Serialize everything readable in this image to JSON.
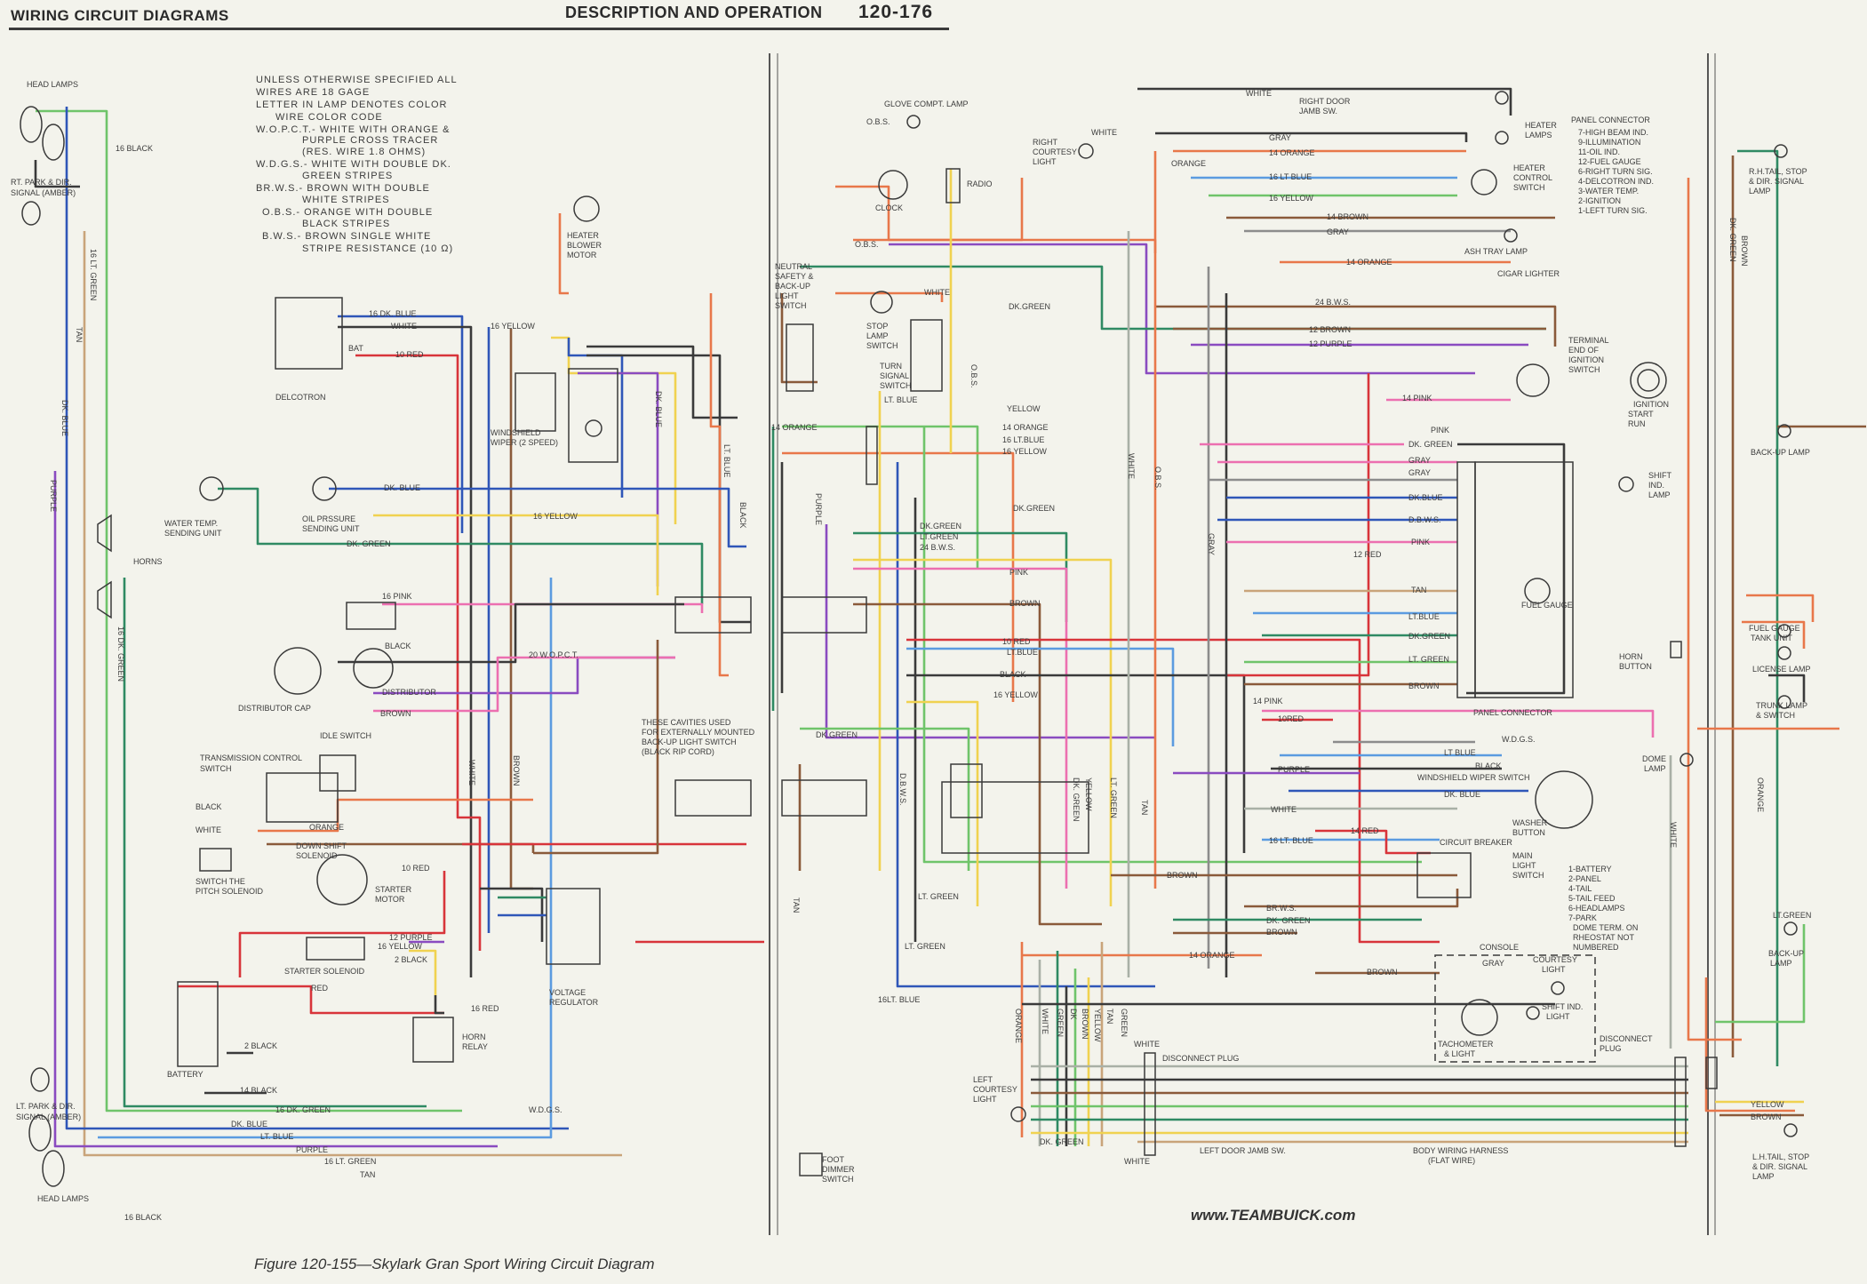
{
  "header": {
    "left_title": "WIRING CIRCUIT DIAGRAMS",
    "center_title": "DESCRIPTION AND OPERATION",
    "page_number": "120-176"
  },
  "caption": "Figure 120-155—Skylark Gran Sport Wiring Circuit Diagram",
  "watermark": "www.TEAMBUICK.com",
  "notes": [
    "UNLESS OTHERWISE SPECIFIED ALL",
    "WIRES ARE 18 GAGE",
    "LETTER IN LAMP DENOTES COLOR",
    "WIRE COLOR CODE",
    "W.O.P.C.T.- WHITE WITH ORANGE &",
    "PURPLE CROSS TRACER",
    "(RES. WIRE 1.8 OHMS)",
    "W.D.G.S.- WHITE WITH DOUBLE DK.",
    "GREEN STRIPES",
    "BR.W.S.- BROWN WITH DOUBLE",
    "WHITE STRIPES",
    "O.B.S.- ORANGE WITH DOUBLE",
    "BLACK STRIPES",
    "B.W.S.- BROWN SINGLE WHITE",
    "STRIPE RESISTANCE (10 Ω)"
  ],
  "panel_connector_legend": {
    "title": "PANEL CONNECTOR",
    "items": [
      "7-HIGH BEAM IND.",
      "9-ILLUMINATION",
      "11-OIL IND.",
      "12-FUEL GAUGE",
      "6-RIGHT TURN SIG.",
      "4-DELCOTRON IND.",
      "3-WATER TEMP.",
      "2-IGNITION",
      "1-LEFT TURN SIG."
    ]
  },
  "main_light_switch_legend": {
    "items": [
      "1-BATTERY",
      "2-PANEL",
      "4-TAIL",
      "5-TAIL FEED",
      "6-HEADLAMPS",
      "7-PARK",
      "DOME TERM. ON",
      "RHEOSTAT NOT",
      "NUMBERED"
    ]
  },
  "cavities_note": [
    "THESE CAVITIES USED",
    "FOR EXTERNALLY MOUNTED",
    "BACK-UP LIGHT SWITCH",
    "(BLACK RIP CORD)"
  ],
  "components": {
    "head_lamps_top": "HEAD LAMPS",
    "rt_park": "RT. PARK & DIR.",
    "rt_park_2": "SIGNAL (AMBER)",
    "horns": "HORNS",
    "lt_park": "LT. PARK & DIR.",
    "lt_park_2": "SIGNAL (AMBER)",
    "head_lamps_bottom": "HEAD LAMPS",
    "heater_blower": "HEATER",
    "heater_blower_2": "BLOWER",
    "heater_blower_3": "MOTOR",
    "delcotron": "DELCOTRON",
    "windshield_wiper": "WINDSHIELD",
    "windshield_wiper_2": "WIPER (2 SPEED)",
    "water_temp": "WATER TEMP.",
    "water_temp_2": "SENDING UNIT",
    "oil_pressure": "OIL PRSSURE",
    "oil_pressure_2": "SENDING UNIT",
    "distributor": "DISTRIBUTOR",
    "distributor_cap": "DISTRIBUTOR  CAP",
    "idle_switch": "IDLE  SWITCH",
    "trans_control": "TRANSMISSION CONTROL",
    "trans_control_2": "SWITCH",
    "down_shift": "DOWN SHIFT",
    "down_shift_2": "SOLENOID",
    "switch_pitch": "SWITCH THE",
    "switch_pitch_2": "PITCH SOLENOID",
    "starter_motor": "STARTER",
    "starter_motor_2": "MOTOR",
    "starter_solenoid": "STARTER  SOLENOID",
    "battery": "BATTERY",
    "voltage_regulator": "VOLTAGE",
    "voltage_regulator_2": "REGULATOR",
    "horn_relay": "HORN",
    "horn_relay_2": "RELAY",
    "glove_lamp": "GLOVE COMPT. LAMP",
    "clock": "CLOCK",
    "radio": "RADIO",
    "neutral_safety": "NEUTRAL",
    "neutral_safety_2": "SAFETY &",
    "neutral_safety_3": "BACK-UP",
    "neutral_safety_4": "LIGHT",
    "neutral_safety_5": "SWITCH",
    "stop_lamp": "STOP",
    "stop_lamp_2": "LAMP",
    "stop_lamp_3": "SWITCH",
    "turn_signal": "TURN",
    "turn_signal_2": "SIGNAL",
    "turn_signal_3": "SWITCH",
    "right_courtesy": "RIGHT",
    "right_courtesy_2": "COURTESY",
    "right_courtesy_3": "LIGHT",
    "right_door": "RIGHT DOOR",
    "right_door_2": "JAMB SW.",
    "heater_lamps": "HEATER",
    "heater_lamps_2": "LAMPS",
    "heater_control": "HEATER",
    "heater_control_2": "CONTROL",
    "heater_control_3": "SWITCH",
    "ash_tray": "ASH TRAY LAMP",
    "cigar": "CIGAR LIGHTER",
    "terminal_end": "TERMINAL",
    "terminal_end_2": "END OF",
    "terminal_end_3": "IGNITION",
    "terminal_end_4": "SWITCH",
    "ignition_switch": "IGNITION",
    "ignition_switch_2": "START",
    "ignition_switch_3": "RUN",
    "shift_ind": "SHIFT",
    "shift_ind_2": "IND.",
    "shift_ind_3": "LAMP",
    "panel_connector_label": "PANEL  CONNECTOR",
    "fuel_gauge": "FUEL GAUGE",
    "wiper_switch": "WINDSHIELD WIPER SWITCH",
    "washer_button": "WASHER",
    "washer_button_2": "BUTTON",
    "circuit_breaker": "CIRCUIT BREAKER",
    "main_light": "MAIN",
    "main_light_2": "LIGHT",
    "main_light_3": "SWITCH",
    "console": "CONSOLE",
    "courtesy_light": "COURTESY",
    "courtesy_light_2": "LIGHT",
    "shift_ind_light": "SHIFT IND.",
    "shift_ind_light_2": "LIGHT",
    "tachometer": "TACHOMETER",
    "tachometer_2": "& LIGHT",
    "disconnect_plug_right": "DISCONNECT",
    "disconnect_plug_right_2": "PLUG",
    "disconnect_plug_center": "DISCONNECT  PLUG",
    "left_door": "LEFT DOOR JAMB SW.",
    "body_harness": "BODY WIRING HARNESS",
    "body_harness_2": "(FLAT WIRE)",
    "left_courtesy": "LEFT",
    "left_courtesy_2": "COURTESY",
    "left_courtesy_3": "LIGHT",
    "foot_dimmer": "FOOT",
    "foot_dimmer_2": "DIMMER",
    "foot_dimmer_3": "SWITCH",
    "rh_tail": "R.H.TAIL, STOP",
    "rh_tail_2": "& DIR. SIGNAL",
    "rh_tail_3": "LAMP",
    "back_up_right": "BACK-UP LAMP",
    "fuel_tank": "FUEL GAUGE",
    "fuel_tank_2": "TANK UNIT",
    "license_lamp": "LICENSE LAMP",
    "trunk_lamp": "TRUNK LAMP",
    "trunk_lamp_2": "& SWITCH",
    "dome_lamp": "DOME",
    "dome_lamp_2": "LAMP",
    "horn_button": "HORN",
    "horn_button_2": "BUTTON",
    "back_up_left": "BACK-UP",
    "back_up_left_2": "LAMP",
    "lh_tail": "L.H.TAIL, STOP",
    "lh_tail_2": "& DIR. SIGNAL",
    "lh_tail_3": "LAMP"
  },
  "wire_labels": {
    "w_16black_top": "16 BLACK",
    "w_16ltgreen": "16 LT. GREEN",
    "w_tan": "TAN",
    "w_dkblue": "DK. BLUE",
    "w_purple": "PURPLE",
    "w_16dkgreen": "16 DK. GREEN",
    "w_16dkblue": "16 DK. BLUE",
    "w_white1": "WHITE",
    "w_10red1": "10 RED",
    "w_bat": "BAT",
    "w_16yellow1": "16 YELLOW",
    "w_dkblue2": "DK. BLUE",
    "w_dkgreen1": "DK. GREEN",
    "w_16yellow2": "16 YELLOW",
    "w_16pink": "16 PINK",
    "w_black1": "BLACK",
    "w_20wopct": "20 W.O.P.C.T.",
    "w_brown1": "BROWN",
    "w_black2": "BLACK",
    "w_white2": "WHITE",
    "w_orange1": "ORANGE",
    "w_10red2": "10 RED",
    "w_12purple": "12 PURPLE",
    "w_16yellow3": "16 YELLOW",
    "w_2black": "2 BLACK",
    "w_red": "RED",
    "w_16red": "16 RED",
    "w_2black_b": "2 BLACK",
    "w_14black": "14 BLACK",
    "w_16dkgreen_b": "16 DK. GREEN",
    "w_dkblue_b": "DK. BLUE",
    "w_ltblue_b": "LT. BLUE",
    "w_purple_b": "PURPLE",
    "w_16ltgreen_b": "16 LT. GREEN",
    "w_tan_b": "TAN",
    "w_wdgs_b": "W.D.G.S.",
    "w_16black_bottom": "16 BLACK",
    "w_dkblue_v": "DK. BLUE",
    "w_ltblue_v": "LT. BLUE",
    "w_black_v": "BLACK",
    "w_white_v": "WHITE",
    "w_brown_v": "BROWN",
    "w_obs": "O.B.S.",
    "w_obs2": "O.B.S.",
    "w_white3": "WHITE",
    "w_14orange1": "14 ORANGE",
    "w_dkgreen2": "DK.GREEN",
    "w_yellow": "YELLOW",
    "w_14orange2": "14 ORANGE",
    "w_16ltblue1": "16 LT.BLUE",
    "w_16yellow4": "16 YELLOW",
    "w_dkgreen3": "DK.GREEN",
    "w_ltgreen1": "LT.GREEN",
    "w_24bws1": "24 B.W.S.",
    "w_dkgreen4": "DK.GREEN",
    "w_pink1": "PINK",
    "w_brown2": "BROWN",
    "w_10red3": "10 RED",
    "w_ltblue1": "LT.BLUE",
    "w_black3": "BLACK",
    "w_16yellow5": "16 YELLOW",
    "w_dkgreen5": "DK.GREEN",
    "w_ltgreen2": "LT. GREEN",
    "w_ltgreen3": "LT. GREEN",
    "w_16ltblue2": "16 LT. BLUE",
    "w_white4": "WHITE",
    "w_gray1": "GRAY",
    "w_14orange3": "14 ORANGE",
    "w_16ltblue3": "16 LT BLUE",
    "w_16yellow6": "16 YELLOW",
    "w_14brown": "14 BROWN",
    "w_gray2": "GRAY",
    "w_14orange4": "14 ORANGE",
    "w_24bws2": "24 B.W.S.",
    "w_12brown": "12 BROWN",
    "w_12purple2": "12 PURPLE",
    "w_14pink": "14 PINK",
    "w_pink2": "PINK",
    "w_dkgreen6": "DK. GREEN",
    "w_gray3": "GRAY",
    "w_gray4": "GRAY",
    "w_dkblue3": "DK.BLUE",
    "w_dbws": "D.B.W.S.",
    "w_pink3": "PINK",
    "w_tan2": "TAN",
    "w_ltblue2": "LT.BLUE",
    "w_dkgreen7": "DK.GREEN",
    "w_ltgreen4": "LT. GREEN",
    "w_brown3": "BROWN",
    "w_12red": "12 RED",
    "w_14pink2": "14 PINK",
    "w_10red4": "10RED",
    "w_wdgs2": "W.D.G.S.",
    "w_ltblue3": "LT BLUE",
    "w_black4": "BLACK",
    "w_dkblue4": "DK. BLUE",
    "w_purple2": "PURPLE",
    "w_white5": "WHITE",
    "w_16ltblue4": "16 LT. BLUE",
    "w_14red": "14 RED",
    "w_brown4": "BROWN",
    "w_brws": "BR.W.S.",
    "w_dkgreen8": "DK. GREEN",
    "w_brown5": "BROWN",
    "w_14orange5": "14 ORANGE",
    "w_brown6": "BROWN",
    "w_gray5": "GRAY",
    "w_white6": "WHITE",
    "w_orange2": "ORANGE",
    "w_white7": "WHITE",
    "w_white8": "WHITE",
    "w_yellow2": "YELLOW",
    "w_brown7": "BROWN",
    "w_ltgreen5": "LT.GREEN",
    "w_dkgreen_r": "DK. GREEN",
    "w_brown_r": "BROWN",
    "w_orange_r": "ORANGE",
    "w_white_r": "WHITE",
    "w_16ltblue5": "16LT. BLUE",
    "w_tan3": "TAN",
    "w_dkgreen9": "DK. GREEN",
    "w_purple_v2": "PURPLE",
    "w_gray_v": "GRAY",
    "w_obs_v": "O.B.S.",
    "w_dbws_v": "D.B.W.S.",
    "w_white_v2": "WHITE",
    "w_orange_v": "ORANGE",
    "w_tan_v": "TAN",
    "w_green_v": "GREEN",
    "w_white_v3": "WHITE",
    "w_dk_v": "DK. GREEN",
    "w_lt_v": "LT. GREEN",
    "w_yellow_v": "YELLOW",
    "w_tan_v2": "TAN",
    "w_green_v2": "GREEN",
    "w_brown_v2": "BROWN",
    "w_dk_v2": "DK",
    "w_yellow_v2": "YELLOW",
    "w_lt_v2": "LT. BLUE"
  },
  "colors": {
    "bg": "#f3f3ec",
    "red": "#d8343a",
    "orange": "#e8774a",
    "yellow": "#f0d250",
    "ltblue": "#5b9be0",
    "dkblue": "#2f56b8",
    "ltgreen": "#6fc46a",
    "dkgreen": "#2f8a63",
    "purple": "#8a4bc0",
    "pink": "#ec6fb0",
    "brown": "#8a5a3a",
    "black": "#3a3a3a",
    "gray": "#8c8c8c",
    "tan": "#c9a47a",
    "white": "#a9b0a6"
  }
}
